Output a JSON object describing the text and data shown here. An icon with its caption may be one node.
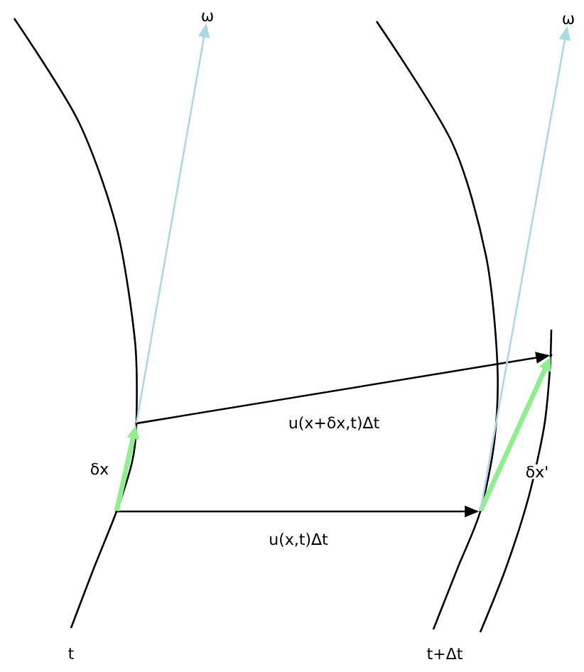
{
  "diagram": {
    "nodes": [
      {
        "text": [
          "ω"
        ]
      },
      {
        "text": [
          "ω"
        ]
      },
      {
        "text": [],
        "shape": "point"
      },
      {
        "text": [],
        "shape": "point"
      },
      {
        "text": [],
        "shape": "point"
      },
      {
        "text": [],
        "shape": "point"
      }
    ],
    "edges": [
      {
        "from": 2,
        "to": 4,
        "arrow": "to",
        "label": "u(x,t)Δt"
      },
      {
        "from": 3,
        "to": 5,
        "arrow": "to",
        "label": "u(x+δx,t)Δt"
      },
      {
        "from": 2,
        "to": 3,
        "arrow": "to",
        "label": "δx",
        "style": "thick",
        "color": "#90ee90"
      },
      {
        "from": 4,
        "to": 5,
        "arrow": "to",
        "label": "δx'",
        "style": "thick",
        "color": "#90ee90"
      },
      {
        "from": 3,
        "to": 0,
        "arrow": "to",
        "color": "#add8e6"
      },
      {
        "from": 4,
        "to": 1,
        "arrow": "to",
        "color": "#add8e6"
      }
    ],
    "labels": [
      "t",
      "t+Δt"
    ]
  }
}
